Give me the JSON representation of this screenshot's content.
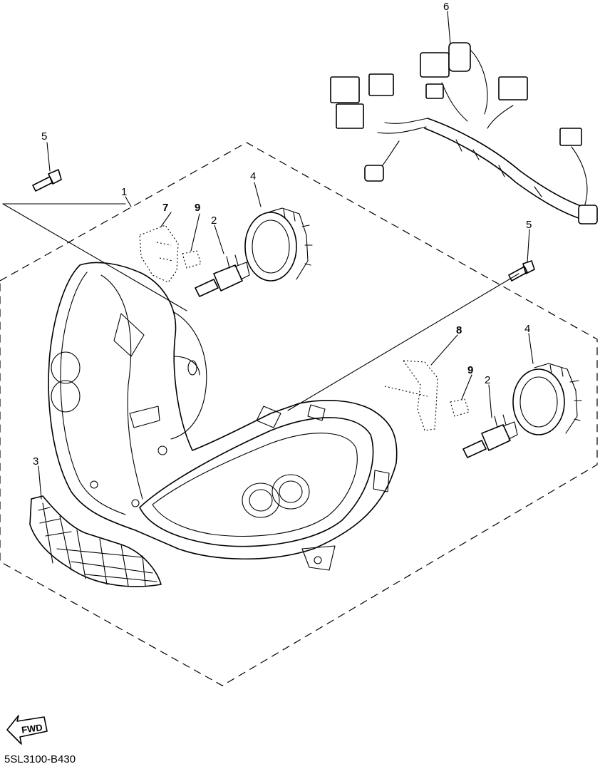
{
  "callouts": {
    "c1": "1",
    "c2a": "2",
    "c2b": "2",
    "c3": "3",
    "c4a": "4",
    "c4b": "4",
    "c5a": "5",
    "c5b": "5",
    "c6": "6",
    "c7": "7",
    "c8": "8",
    "c9a": "9",
    "c9b": "9"
  },
  "direction_label": "FWD",
  "drawing_code": "5SL3100-B430"
}
